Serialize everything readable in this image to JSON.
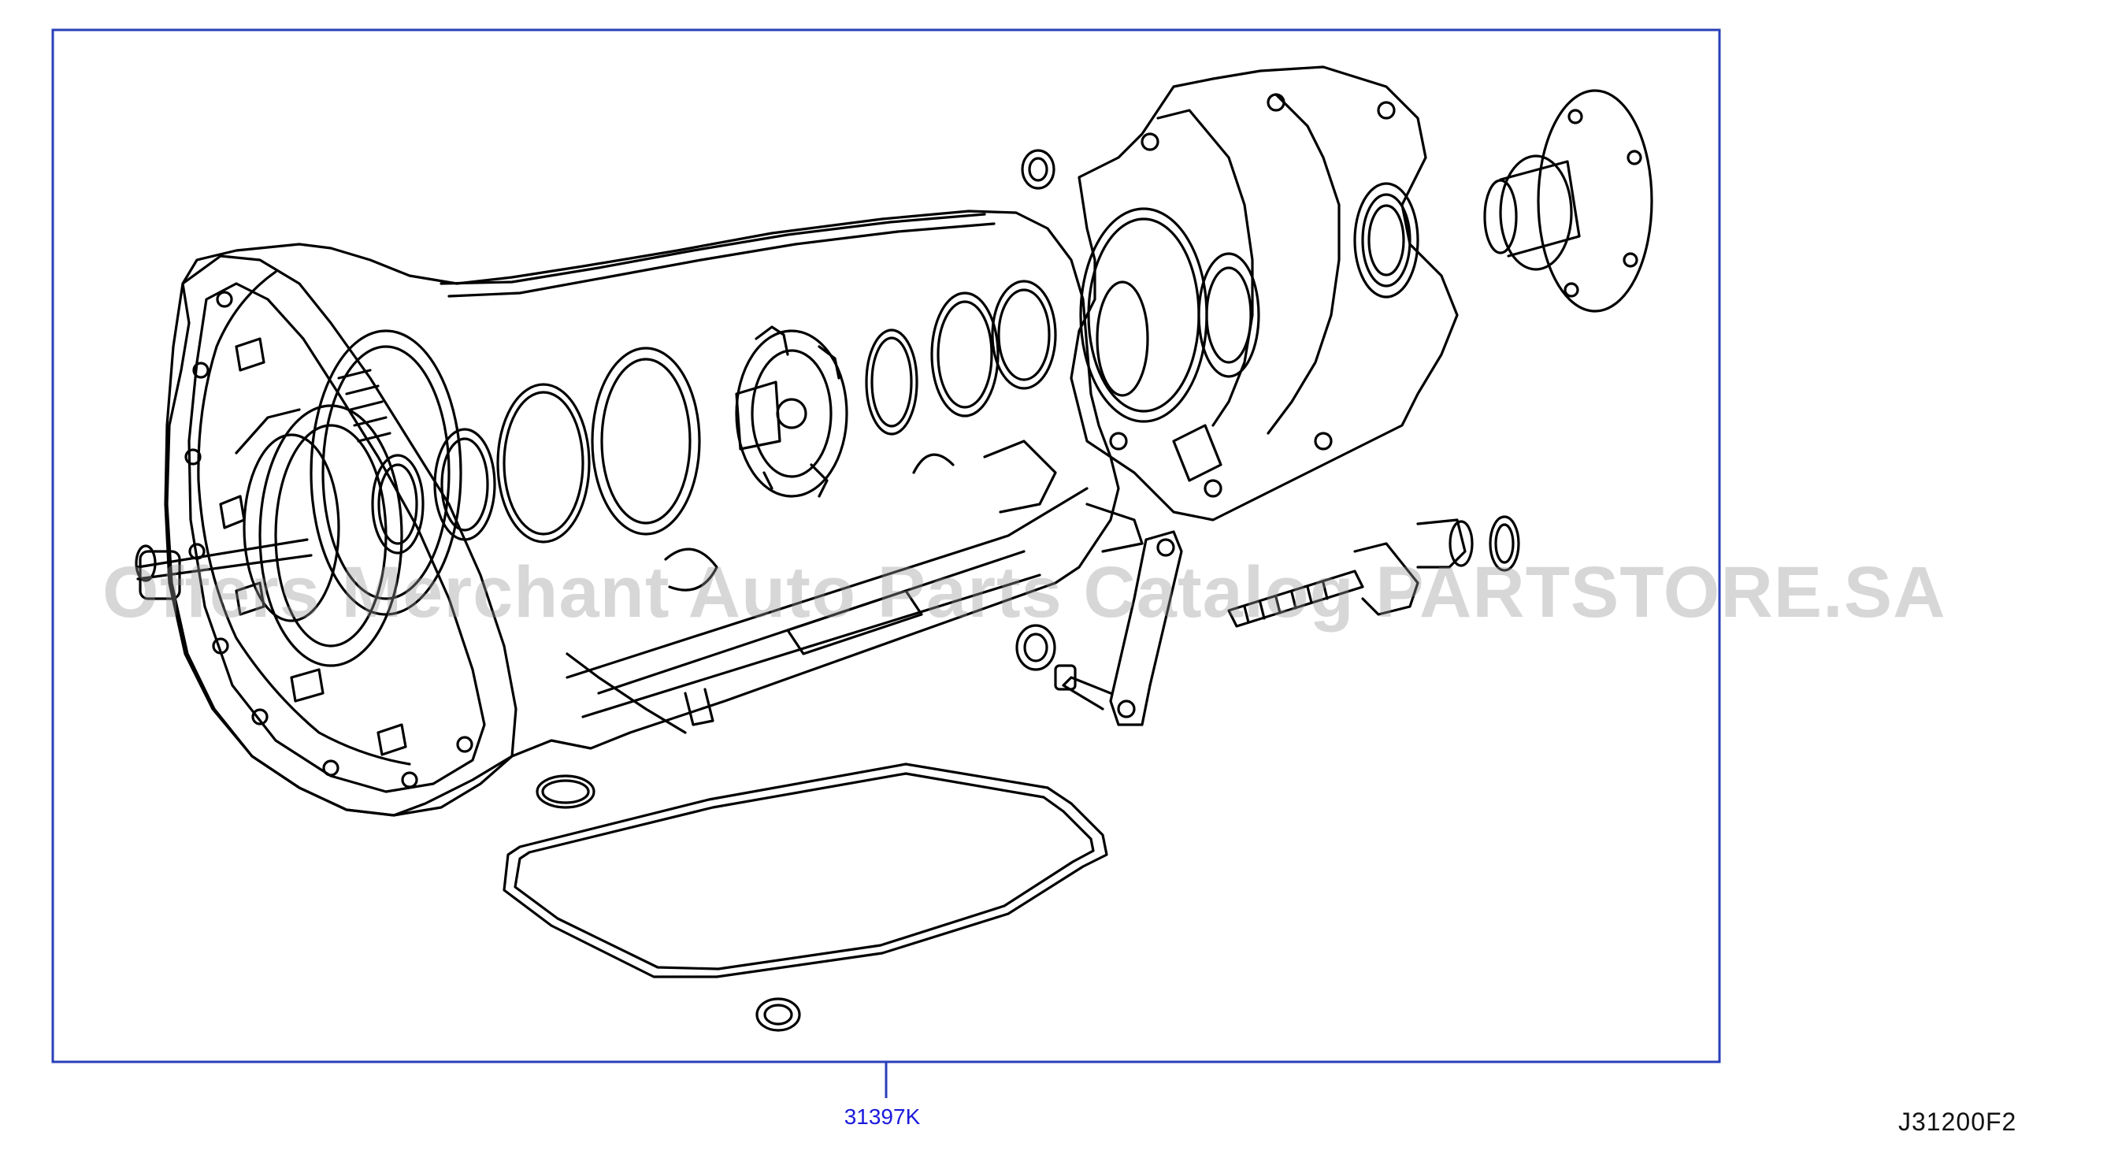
{
  "callout": {
    "part_number": "31397K"
  },
  "reference_code": "J31200F2",
  "watermark": "Offers Merchant Auto Parts Catalog PARTSTORE.SA",
  "colors": {
    "frame": "#2a3fb8",
    "callout_text": "#1a1adb",
    "line_art": "#000000"
  }
}
